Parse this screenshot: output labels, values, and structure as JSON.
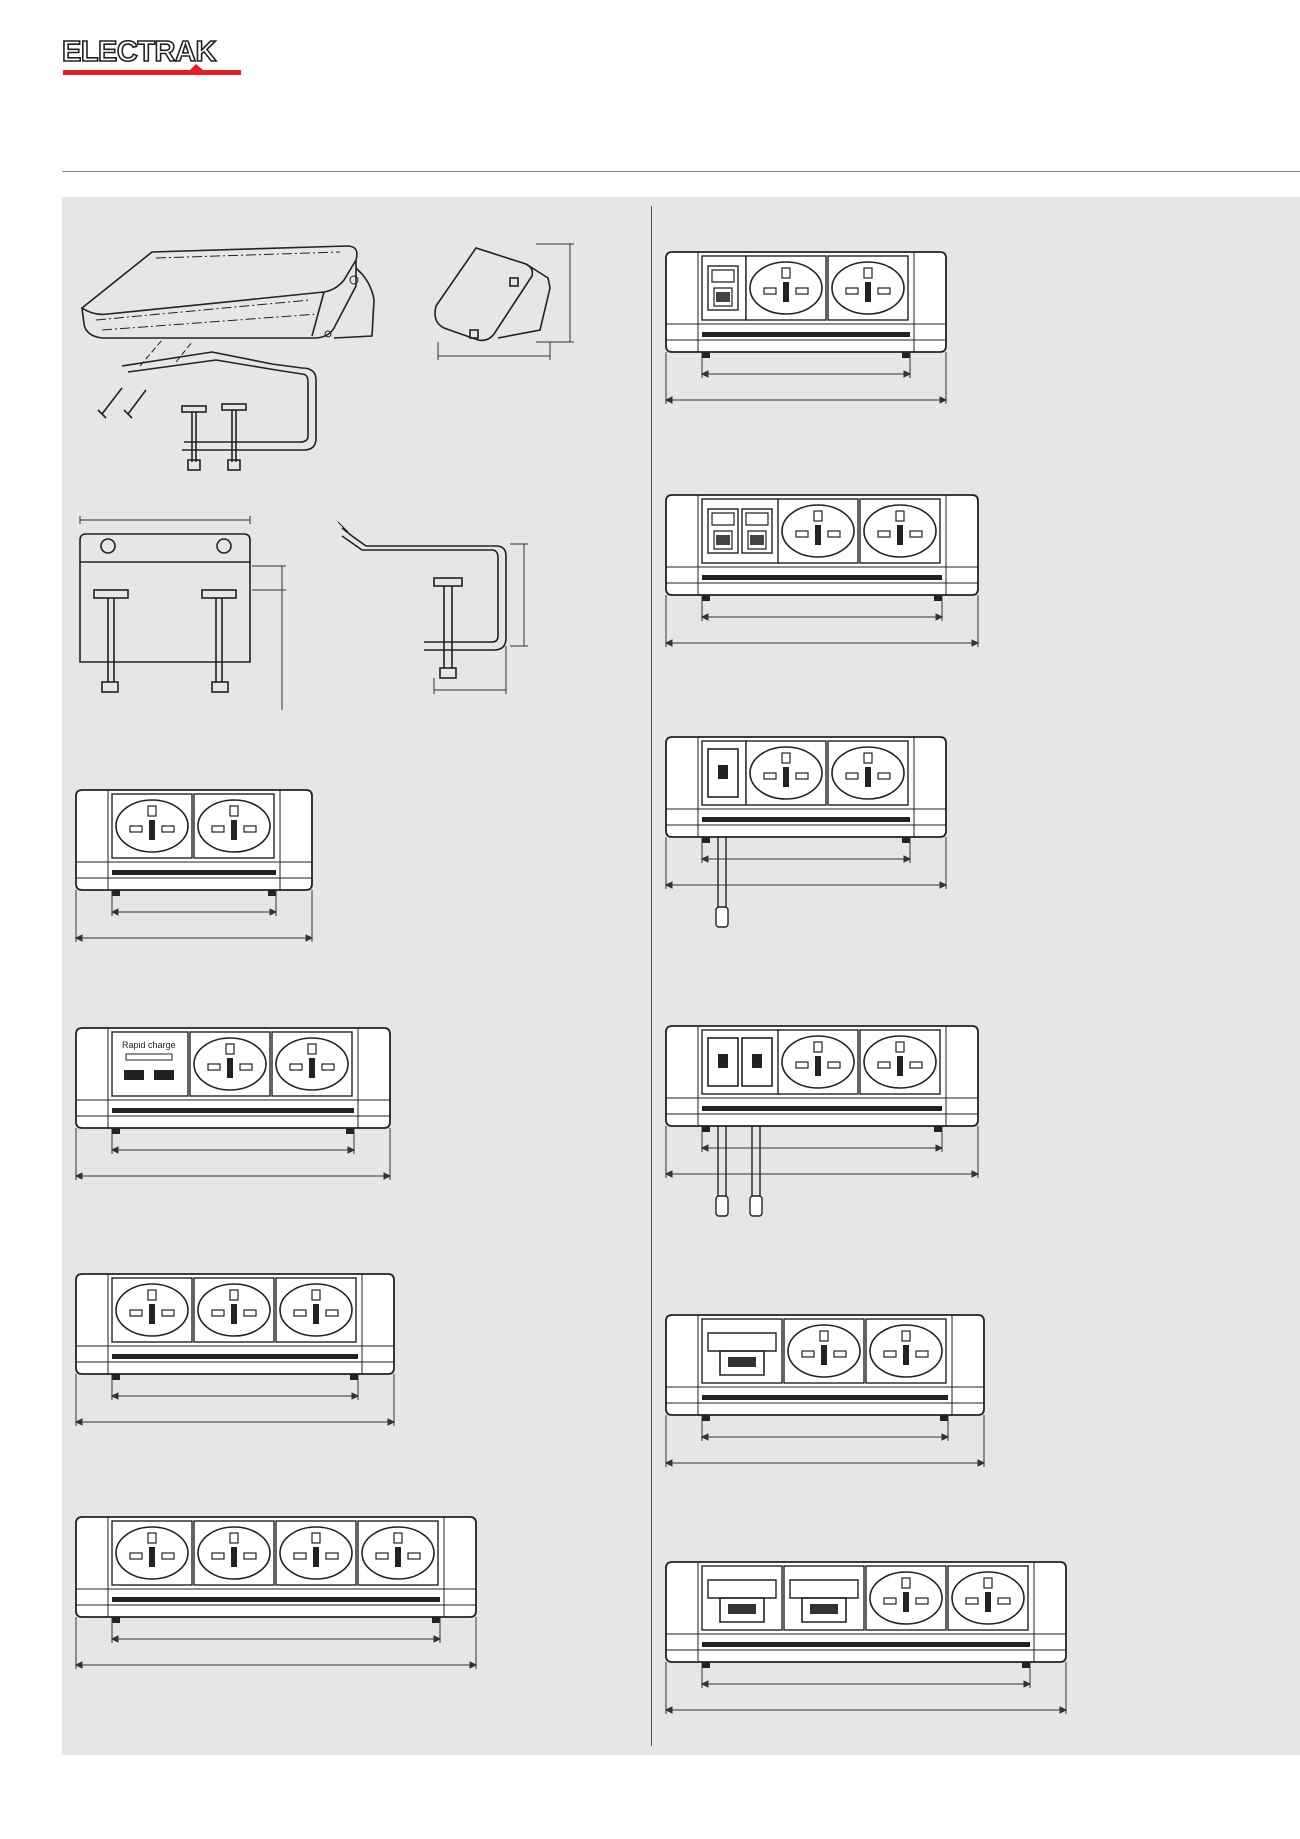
{
  "brand": {
    "name": "ELECTRAK",
    "colors": {
      "accent": "#e21f26",
      "ink": "#222222",
      "panel": "#e6e6e6"
    }
  },
  "usb_module": {
    "label": "Rapid charge"
  },
  "layout_variants": [
    {
      "id": "left-1",
      "modules": [
        "socket",
        "socket"
      ]
    },
    {
      "id": "left-2",
      "modules": [
        "usb",
        "socket",
        "socket"
      ]
    },
    {
      "id": "left-3",
      "modules": [
        "socket",
        "socket",
        "socket"
      ]
    },
    {
      "id": "left-4",
      "modules": [
        "socket",
        "socket",
        "socket",
        "socket"
      ]
    },
    {
      "id": "right-1",
      "modules": [
        "data-single",
        "socket",
        "socket"
      ]
    },
    {
      "id": "right-2",
      "modules": [
        "data-double",
        "socket",
        "socket"
      ]
    },
    {
      "id": "right-3",
      "modules": [
        "av-single",
        "socket",
        "socket"
      ]
    },
    {
      "id": "right-4",
      "modules": [
        "av-double",
        "socket",
        "socket"
      ]
    },
    {
      "id": "right-5",
      "modules": [
        "hdmi",
        "socket",
        "socket"
      ]
    },
    {
      "id": "right-6",
      "modules": [
        "hdmi",
        "hdmi",
        "socket",
        "socket"
      ]
    }
  ]
}
